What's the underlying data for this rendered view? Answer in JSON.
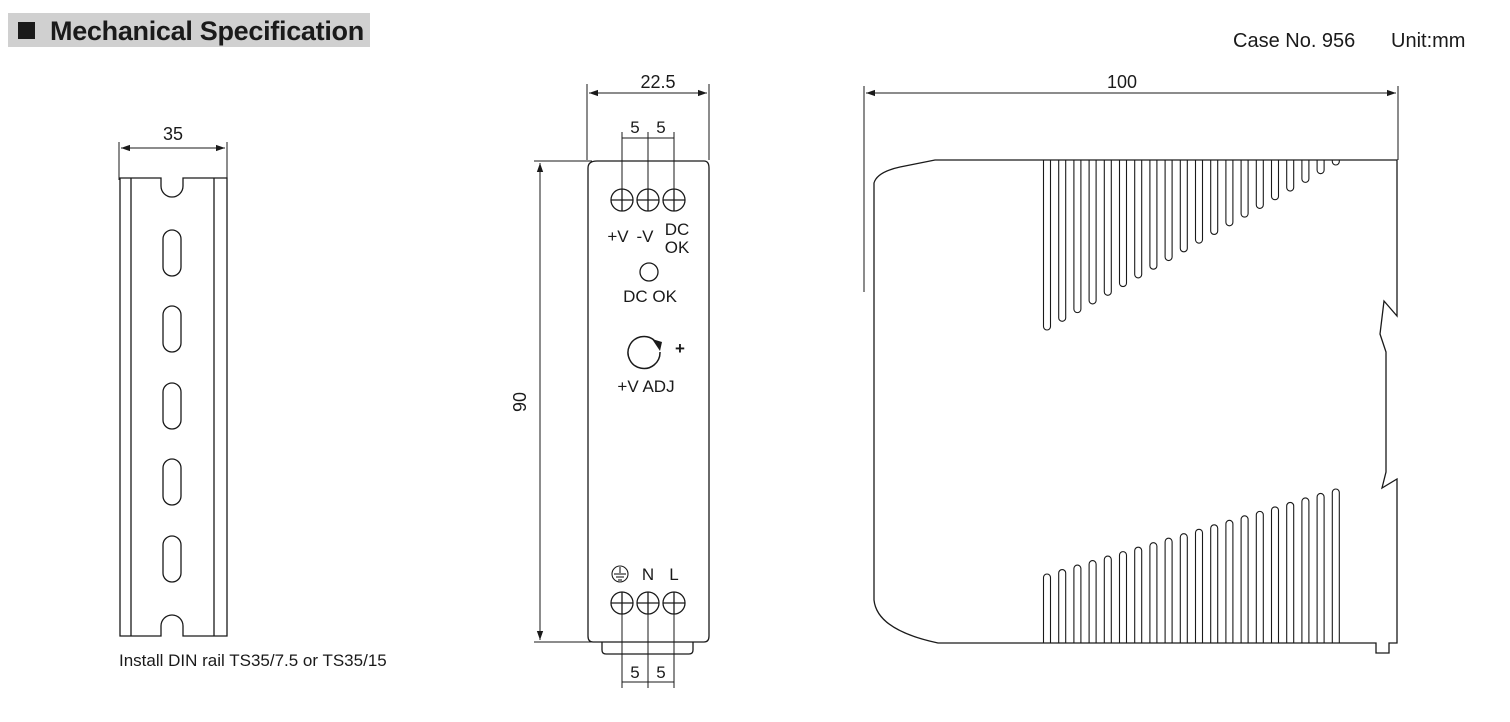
{
  "title": "Mechanical Specification",
  "case_label": "Case No. 956",
  "unit_label": "Unit:mm",
  "rail": {
    "width_dim": "35",
    "note": "Install DIN rail TS35/7.5 or TS35/15"
  },
  "front": {
    "width_dim": "22.5",
    "height_dim": "90",
    "top_pitch": [
      "5",
      "5"
    ],
    "bottom_pitch": [
      "5",
      "5"
    ],
    "top_terminals": {
      "plus_v": "+V",
      "minus_v": "-V",
      "dc_line1": "DC",
      "dc_line2": "OK"
    },
    "led_label": "DC OK",
    "adj_plus": "+",
    "adj_label": "+V ADJ",
    "bottom_terminals": {
      "n": "N",
      "l": "L"
    }
  },
  "side": {
    "length_dim": "100"
  },
  "colors": {
    "line": "#1a1a1a",
    "header_bg": "#d0d0d0"
  }
}
